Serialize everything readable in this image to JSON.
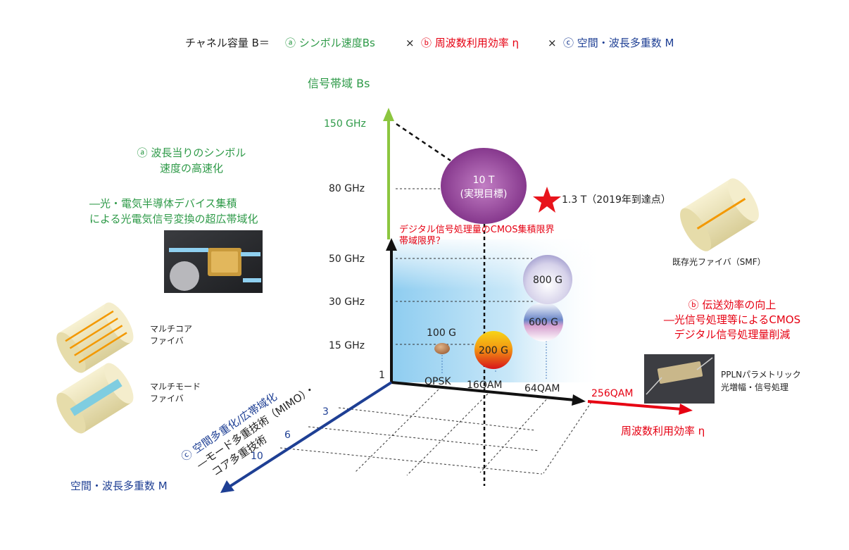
{
  "equation": {
    "prefix": "チャネル容量 B＝",
    "a_label": "ⓐ シンボル速度Bs",
    "times1": "×",
    "b_label": "ⓑ 周波数利用効率 η",
    "times2": "×",
    "c_label": "ⓒ 空間・波長多重数 M"
  },
  "axes": {
    "bandwidth_title": "信号帯域 Bs",
    "bandwidth_ticks": [
      "150 GHz",
      "80 GHz",
      "50 GHz",
      "30 GHz",
      "15 GHz"
    ],
    "origin": "1",
    "modulation_ticks": [
      "QPSK",
      "16QAM",
      "64QAM",
      "256QAM"
    ],
    "efficiency_title": "周波数利用効率 η",
    "spatial_ticks": [
      "3",
      "6",
      "10"
    ],
    "spatial_title": "空間・波長多重数 M"
  },
  "bubbles": {
    "b100": "100 G",
    "b200": "200 G",
    "b600": "600 G",
    "b800": "800 G",
    "b10t_line1": "10 T",
    "b10t_line2": "(実現目標)"
  },
  "milestone": {
    "label": "1.3 T（2019年到達点）",
    "color": "#e8141c"
  },
  "cmos_limit": {
    "line1": "デジタル信号処理量のCMOS集積限界",
    "line2": "帯域限界？"
  },
  "section_a": {
    "title_line1": "ⓐ 波長当りのシンボル",
    "title_line2": "速度の高速化",
    "desc_line1": "―光・電気半導体デバイス集積",
    "desc_line2": "による光電気信号変換の超広帯域化"
  },
  "section_b": {
    "line1": "ⓑ 伝送効率の向上",
    "line2": "―光信号処理等によるCMOS",
    "line3": "デジタル信号処理量削減"
  },
  "section_c": {
    "line1": "ⓒ 空間多重化/広帯域化",
    "line2": "―モード多重技術（MIMO）・",
    "line3": "コア多重技術"
  },
  "fibers": {
    "smf": "既存光ファイバ（SMF）",
    "multicore_line1": "マルチコア",
    "multicore_line2": "ファイバ",
    "multimode_line1": "マルチモード",
    "multimode_line2": "ファイバ"
  },
  "ppln": {
    "line1": "PPLNパラメトリック",
    "line2": "光増幅・信号処理"
  },
  "colors": {
    "green": "#2e9a48",
    "red": "#e60012",
    "blue": "#1e3f94",
    "axis_green": "#8cc63f",
    "purple": "#8e2a8f"
  }
}
